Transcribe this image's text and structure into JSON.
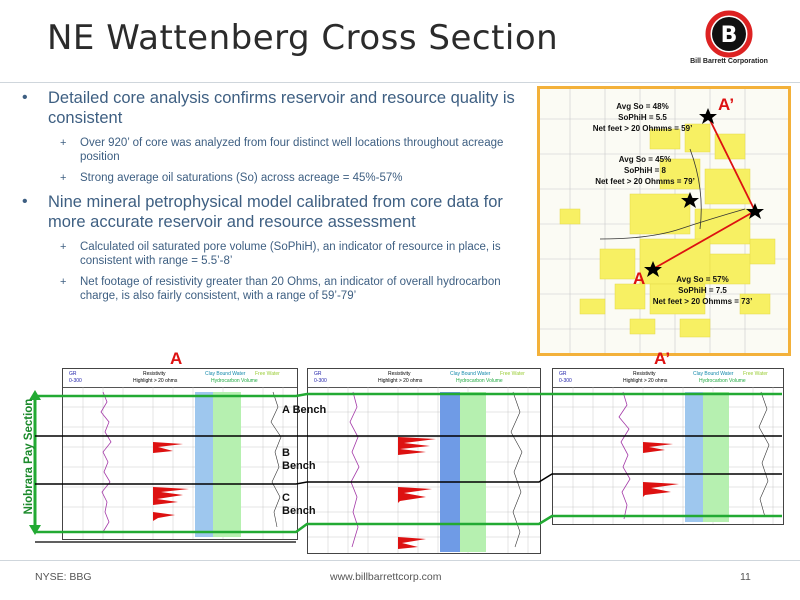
{
  "title": "NE Wattenberg Cross Section",
  "logo": {
    "letter": "B",
    "company": "Bill Barrett Corporation"
  },
  "bullets": [
    {
      "text": "Detailed core analysis confirms reservoir and resource quality is consistent",
      "sub": [
        "Over 920’ of core was analyzed from four distinct well locations throughout acreage position",
        "Strong average oil saturations (So) across acreage =  45%-57%"
      ]
    },
    {
      "text": "Nine mineral petrophysical model calibrated from core data for more accurate reservoir and resource assessment",
      "sub": [
        "Calculated oil saturated pore volume (SoPhiH), an indicator of resource in place, is consistent with range = 5.5’-8’",
        "Net footage of resistivity greater than 20 Ohms, an indicator of overall hydrocarbon charge, is also fairly consistent, with a range of 59’-79’"
      ]
    }
  ],
  "map": {
    "labels": {
      "a": "A",
      "a_prime": "A’"
    },
    "notes": [
      {
        "line1": "Avg So = 48%",
        "line2": "SoPhiH  =  5.5",
        "line3": "Net feet > 20 Ohmms = 59’"
      },
      {
        "line1": "Avg So = 45%",
        "line2": "SoPhiH  =  8",
        "line3": "Net feet > 20 Ohmms = 79’"
      },
      {
        "line1": "Avg So = 57%",
        "line2": "SoPhiH  =  7.5",
        "line3": "Net feet > 20 Ohmms = 73’"
      }
    ]
  },
  "cross_section": {
    "label_a": "A",
    "label_a_prime": "A’",
    "pay_label": "Niobrara Pay Section",
    "benches": [
      "A Bench",
      "B Bench",
      "C Bench"
    ],
    "log_headers": {
      "gr": "GR",
      "gr_range": "0-300",
      "res": "Resistivity",
      "res_note": "Highlight > 20 ohms",
      "vol1": "Clay Bound Water",
      "vol2": "Free Water",
      "vol3": "Hydrocarbon Volume"
    }
  },
  "footer": {
    "left": "NYSE: BBG",
    "center": "www.billbarrettcorp.com",
    "page": "11"
  },
  "colors": {
    "title": "#2b2b2b",
    "bullet": "#3e5f82",
    "accent_red": "#dd1111",
    "green": "#22aa33",
    "map_frame": "#f3b13a",
    "acreage": "#f7f063"
  }
}
